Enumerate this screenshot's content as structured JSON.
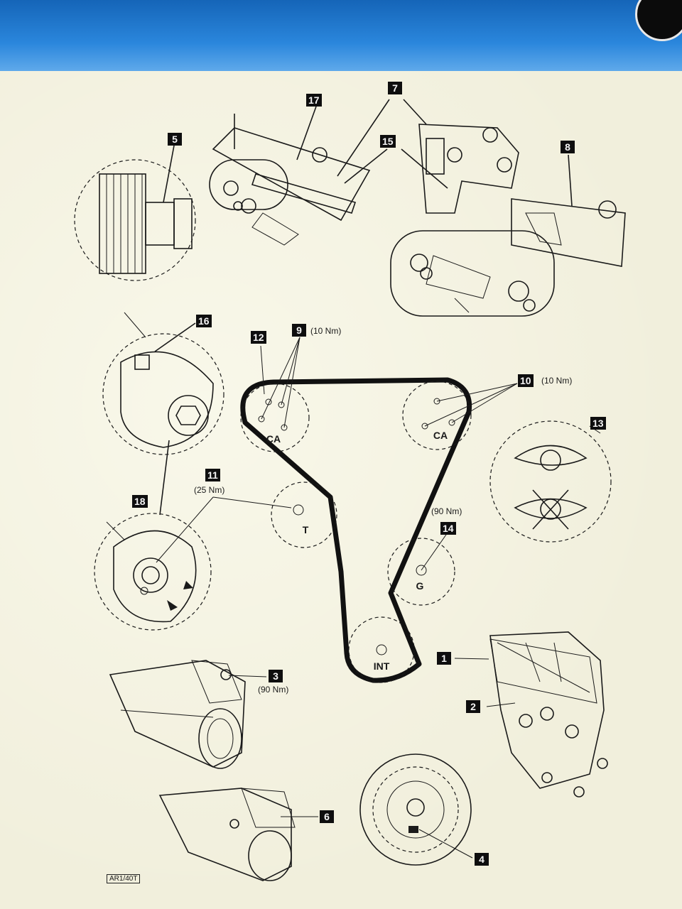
{
  "callouts": {
    "c1": "1",
    "c2": "2",
    "c3": "3",
    "c4": "4",
    "c5": "5",
    "c6": "6",
    "c7": "7",
    "c8": "8",
    "c9": "9",
    "c10": "10",
    "c11": "11",
    "c12": "12",
    "c13": "13",
    "c14": "14",
    "c15": "15",
    "c16": "16",
    "c17": "17",
    "c18": "18"
  },
  "torques": {
    "t9": "(10 Nm)",
    "t10": "(10 Nm)",
    "t11": "(25 Nm)",
    "t14": "(90 Nm)",
    "t3": "(90 Nm)"
  },
  "pulleys": {
    "ca_left": "CA",
    "ca_right": "CA",
    "tensioner": "T",
    "g": "G",
    "int": "INT"
  },
  "reference": "AR1/40T",
  "colors": {
    "paper": "#f1efdc",
    "ink": "#1a1a1a",
    "screen": "#1d73c8"
  }
}
